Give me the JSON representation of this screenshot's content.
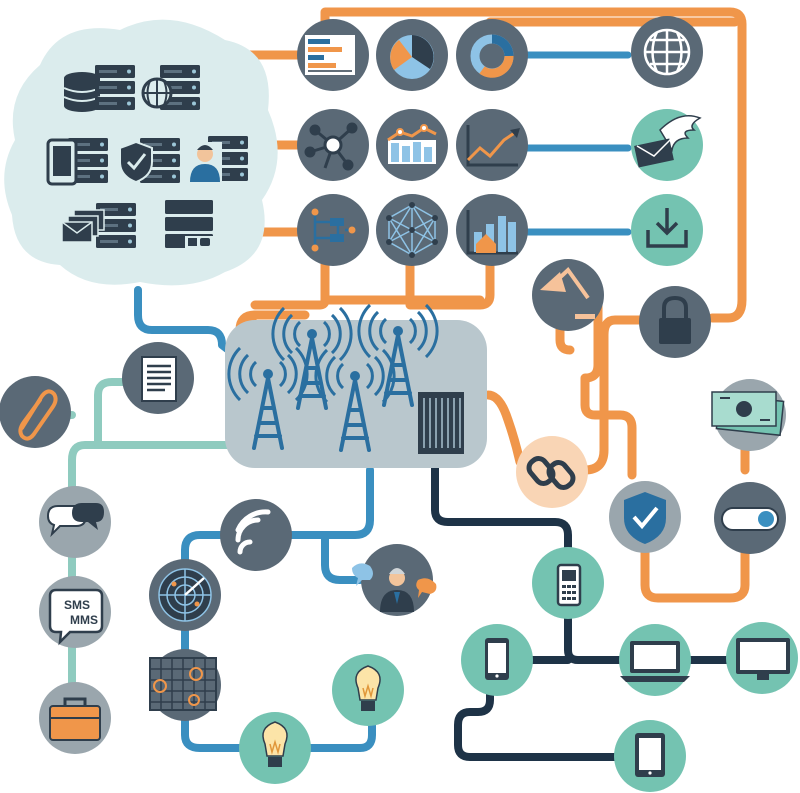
{
  "colors": {
    "orange": "#f0964a",
    "teal_line": "#8fcbbf",
    "blue_line": "#3a8fc0",
    "navy_line": "#1e3347",
    "node_gray": "#5a6976",
    "node_teal": "#74c3b1",
    "node_light": "#9aa6ad",
    "node_peach": "#f9d5b5",
    "icon_dark": "#2f3e4c",
    "cloud": "#dbeced",
    "hub": "#b9c7cd"
  },
  "sms_badge": {
    "line1": "SMS",
    "line2": "MMS"
  },
  "nodes": [
    {
      "id": "bar-chart-node",
      "icon": "horizontal-bar-chart-icon"
    },
    {
      "id": "pie-chart-node",
      "icon": "pie-chart-icon"
    },
    {
      "id": "donut-chart-node",
      "icon": "donut-chart-icon"
    },
    {
      "id": "globe-node",
      "icon": "globe-icon"
    },
    {
      "id": "network-node",
      "icon": "network-hub-icon"
    },
    {
      "id": "line-bars-node",
      "icon": "line-over-bars-icon"
    },
    {
      "id": "trend-node",
      "icon": "trend-arrow-icon"
    },
    {
      "id": "winged-mail-node",
      "icon": "winged-envelope-icon"
    },
    {
      "id": "flowchart-node",
      "icon": "flowchart-icon"
    },
    {
      "id": "mesh-node",
      "icon": "mesh-network-icon"
    },
    {
      "id": "growth-node",
      "icon": "house-bar-chart-icon"
    },
    {
      "id": "download-node",
      "icon": "download-tray-icon"
    },
    {
      "id": "lamp-node",
      "icon": "desk-lamp-icon"
    },
    {
      "id": "lock-node",
      "icon": "padlock-icon"
    },
    {
      "id": "document-node",
      "icon": "document-icon"
    },
    {
      "id": "paperclip-node",
      "icon": "paperclip-icon"
    },
    {
      "id": "money-node",
      "icon": "banknote-icon"
    },
    {
      "id": "chain-link-node",
      "icon": "chain-link-icon"
    },
    {
      "id": "shield-node",
      "icon": "shield-check-icon"
    },
    {
      "id": "toggle-node",
      "icon": "toggle-switch-icon"
    },
    {
      "id": "chat-node",
      "icon": "chat-bubbles-icon"
    },
    {
      "id": "wifi-node",
      "icon": "wifi-signal-icon"
    },
    {
      "id": "user-chat-node",
      "icon": "person-speech-icon"
    },
    {
      "id": "sms-node",
      "icon": "sms-mms-icon"
    },
    {
      "id": "radar-node",
      "icon": "radar-icon"
    },
    {
      "id": "briefcase-node",
      "icon": "briefcase-icon"
    },
    {
      "id": "grid-target-node",
      "icon": "grid-target-icon"
    },
    {
      "id": "bulb-node",
      "icon": "light-bulb-icon"
    },
    {
      "id": "bulb-small-node",
      "icon": "light-bulb-icon"
    },
    {
      "id": "feature-phone-node",
      "icon": "feature-phone-icon"
    },
    {
      "id": "smartphone-node",
      "icon": "smartphone-icon"
    },
    {
      "id": "laptop-node",
      "icon": "laptop-icon"
    },
    {
      "id": "monitor-node",
      "icon": "monitor-icon"
    },
    {
      "id": "tablet-node",
      "icon": "tablet-icon"
    }
  ],
  "cloud_items": [
    "database-server-icon",
    "globe-server-icon",
    "tablet-server-icon",
    "shield-server-icon",
    "user-server-icon",
    "mail-server-icon",
    "media-server-icon"
  ],
  "hub_items": [
    "antenna-tower-icon",
    "server-rack-icon"
  ]
}
